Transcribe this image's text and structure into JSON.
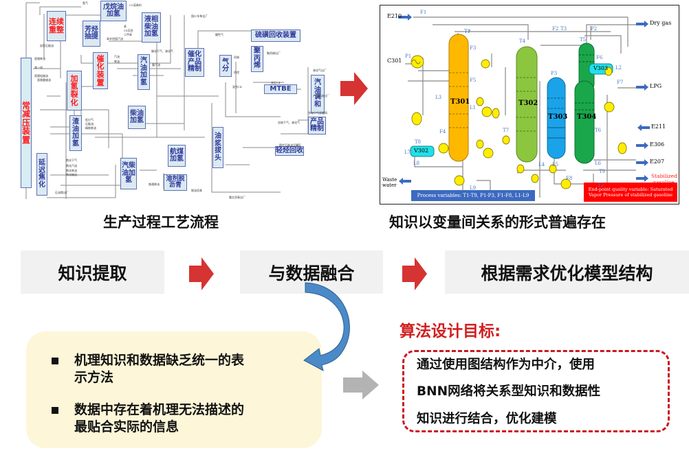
{
  "flow_diagram": {
    "units": [
      {
        "id": "reforming",
        "label": "连续\n重整",
        "color": "red"
      },
      {
        "id": "pentane",
        "label": "戊烷油\n加氢",
        "color": "blue"
      },
      {
        "id": "aromatics",
        "label": "芳烃\n抽提",
        "color": "blue"
      },
      {
        "id": "liquid_diesel",
        "label": "液相\n柴油\n加氢",
        "color": "blue"
      },
      {
        "id": "atm_vac",
        "label": "常\n减\n压\n装\n置",
        "color": "red"
      },
      {
        "id": "hydrocracking",
        "label": "加\n氢\n裂\n化",
        "color": "red"
      },
      {
        "id": "fcc",
        "label": "催\n化\n装\n置",
        "color": "red"
      },
      {
        "id": "gasoline_hydro",
        "label": "汽\n油\n加\n氢",
        "color": "blue"
      },
      {
        "id": "cat_refine",
        "label": "催化\n产品\n精制",
        "color": "blue"
      },
      {
        "id": "gas_sep",
        "label": "气\n分",
        "color": "blue"
      },
      {
        "id": "polypropylene",
        "label": "聚\n丙\n烯",
        "color": "blue"
      },
      {
        "id": "sulfur",
        "label": "硫磺回收装置",
        "color": "blue"
      },
      {
        "id": "mtbe",
        "label": "MTBE",
        "color": "blue"
      },
      {
        "id": "blending",
        "label": "汽\n油\n调\n和",
        "color": "blue"
      },
      {
        "id": "residue_hydro",
        "label": "渣\n油\n加\n氢",
        "color": "blue"
      },
      {
        "id": "diesel_hydro",
        "label": "柴油\n加氢",
        "color": "blue"
      },
      {
        "id": "product_refine",
        "label": "产品\n精制",
        "color": "blue"
      },
      {
        "id": "slurry",
        "label": "油\n浆\n拔\n头",
        "color": "blue"
      },
      {
        "id": "light_hc",
        "label": "轻烃回收",
        "color": "blue"
      },
      {
        "id": "delayed_coking",
        "label": "延\n迟\n焦\n化",
        "color": "blue"
      },
      {
        "id": "gas_diesel_hydro",
        "label": "汽柴\n油加\n氢",
        "color": "blue"
      },
      {
        "id": "jet_hydro",
        "label": "航煤\n加氢",
        "color": "blue"
      },
      {
        "id": "deasphalt",
        "label": "溶剂脱\n沥青",
        "color": "blue"
      }
    ],
    "stream_labels": [
      "氢气",
      "C5",
      "C5茂烯剂",
      "苯",
      "C8芳烃",
      "二甲苯",
      "高辛烷值汽油",
      "国IV车柴出厂",
      "加氢石脑油",
      "直馏石脑油",
      "直馏柴油",
      "常一线",
      "直馏轻蜡油",
      "直馏重蜡油",
      "汽油",
      "柴油",
      "回炼油",
      "催化干气、液化气",
      "干气",
      "轻汽油",
      "重汽油",
      "酸性气",
      "丙烯",
      "聚丙烯出厂",
      "丙烷",
      "液化气出厂",
      "混合C4",
      "未反C4",
      "产品汽油出厂",
      "加氢柴油",
      "加氢蜡油",
      "脱蜡精制油",
      "低分气",
      "石脑油",
      "精制柴油",
      "净化干气至管网",
      "含硫干气、液化气",
      "稳定石脑油至罐区",
      "焦化干气",
      "焦化汽油",
      "焦化柴油",
      "焦化蜡油",
      "减压渣油",
      "石油焦出厂",
      "普通柴油",
      "脱油沥青",
      "重交沥青出厂",
      "澄清油",
      "油浆"
    ]
  },
  "pfd": {
    "columns": [
      {
        "id": "T301",
        "color": "#ffb800"
      },
      {
        "id": "T302",
        "color": "#8cc63f"
      },
      {
        "id": "T303",
        "color": "#1aa3e8"
      },
      {
        "id": "T304",
        "color": "#1aa64a"
      }
    ],
    "vessels": [
      {
        "id": "V302"
      },
      {
        "id": "V303"
      }
    ],
    "streams": [
      "E210",
      "C301",
      "Dry gas",
      "LPG",
      "E211",
      "E306",
      "E207",
      "Stabilized gasoline",
      "Waste water"
    ],
    "variable_tags": [
      "F1",
      "F2",
      "F3",
      "F4",
      "F5",
      "F6",
      "F7",
      "F8",
      "T1",
      "T3",
      "T4",
      "T5",
      "T6",
      "T7",
      "T8",
      "T9",
      "T2",
      "P1",
      "P2",
      "P3",
      "L1",
      "L2",
      "L3",
      "L4",
      "L5",
      "L6",
      "L7",
      "L8",
      "L9"
    ],
    "process_variables_note": "Process variables: T1-T9, P1-P3, F1-F8, L1-L9",
    "endpoint_note": "End-point quality variable: Saturated Vapor Pressure of stabilized gasoline"
  },
  "captions": {
    "left": "生产过程工艺流程",
    "right": "知识以变量间关系的形式普遍存在"
  },
  "stages": [
    "知识提取",
    "与数据融合",
    "根据需求优化模型结构"
  ],
  "problems": [
    {
      "line1": "机理知识和数据缺乏统一的表",
      "line2": "示方法"
    },
    {
      "line1": "数据中存在着机理无法描述的",
      "line2": "最贴合实际的信息"
    }
  ],
  "goal": {
    "title": "算法设计目标:",
    "lines": [
      "通过使用图结构作为中介，使用",
      "BNN网络将关系型知识和数据性",
      "知识进行结合，优化建模"
    ]
  },
  "colors": {
    "arrow_red": "#d63333",
    "arrow_gray": "#b3b3b3",
    "curve_blue": "#4a8ac8",
    "goal_red": "#c8181e",
    "stage_bg": "#f1f1f1",
    "problem_bg": "#fdf6d8"
  }
}
